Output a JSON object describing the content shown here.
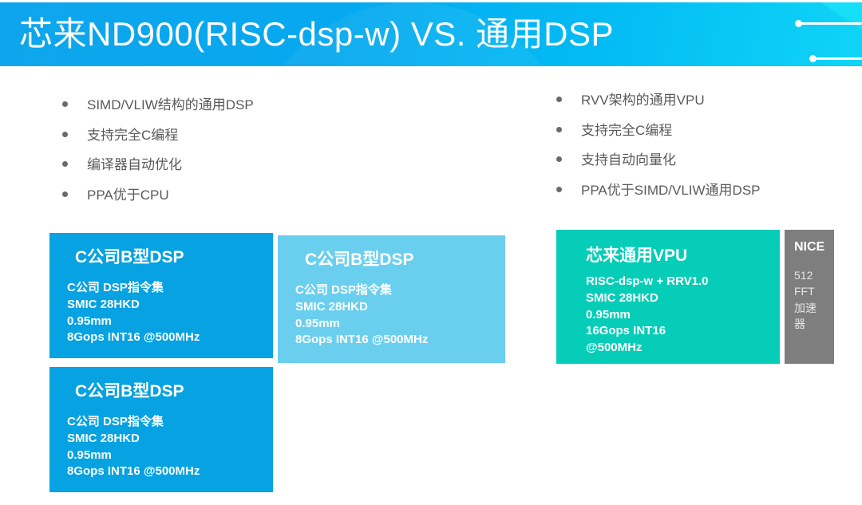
{
  "slide": {
    "title": "芯来ND900(RISC-dsp-w) VS. 通用DSP",
    "background_color": "#ffffff",
    "banner": {
      "gradient_from": "#0fa5ec",
      "gradient_to": "#10d4f7",
      "corner_accent_color": "#19e1f7",
      "decoration": [
        "deco-line-1",
        "deco-line-2"
      ]
    }
  },
  "bullets_left": [
    {
      "text": "SIMD/VLIW结构的通用DSP"
    },
    {
      "text": "支持完全C编程"
    },
    {
      "text": "编译器自动优化"
    },
    {
      "text": "PPA优于CPU"
    }
  ],
  "bullets_right": [
    {
      "text": "RVV架构的通用VPU"
    },
    {
      "text": "支持完全C编程"
    },
    {
      "text": "支持自动向量化"
    },
    {
      "text": "PPA优于SIMD/VLIW通用DSP"
    }
  ],
  "cards": {
    "c1": {
      "title": "C公司B型DSP",
      "specs": "C公司 DSP指令集\nSMIC 28HKD\n0.95mm\n8Gops INT16 @500MHz",
      "color": "#06A2E2"
    },
    "c2": {
      "title": "C公司B型DSP",
      "specs": "C公司 DSP指令集\nSMIC 28HKD\n0.95mm\n8Gops INT16 @500MHz",
      "color": "#6ACFEE"
    },
    "c3": {
      "title": "C公司B型DSP",
      "specs": "C公司 DSP指令集\nSMIC 28HKD\n0.95mm\n8Gops INT16 @500MHz",
      "color": "#06A2E2"
    },
    "vpu": {
      "title": "芯来通用VPU",
      "specs": "RISC-dsp-w + RRV1.0\nSMIC 28HKD\n0.95mm\n16Gops INT16\n@500MHz",
      "color": "#06CDB8"
    },
    "nice": {
      "title": "NICE",
      "body": "512\nFFT\n加速\n器",
      "color": "#7E7E7E"
    }
  }
}
